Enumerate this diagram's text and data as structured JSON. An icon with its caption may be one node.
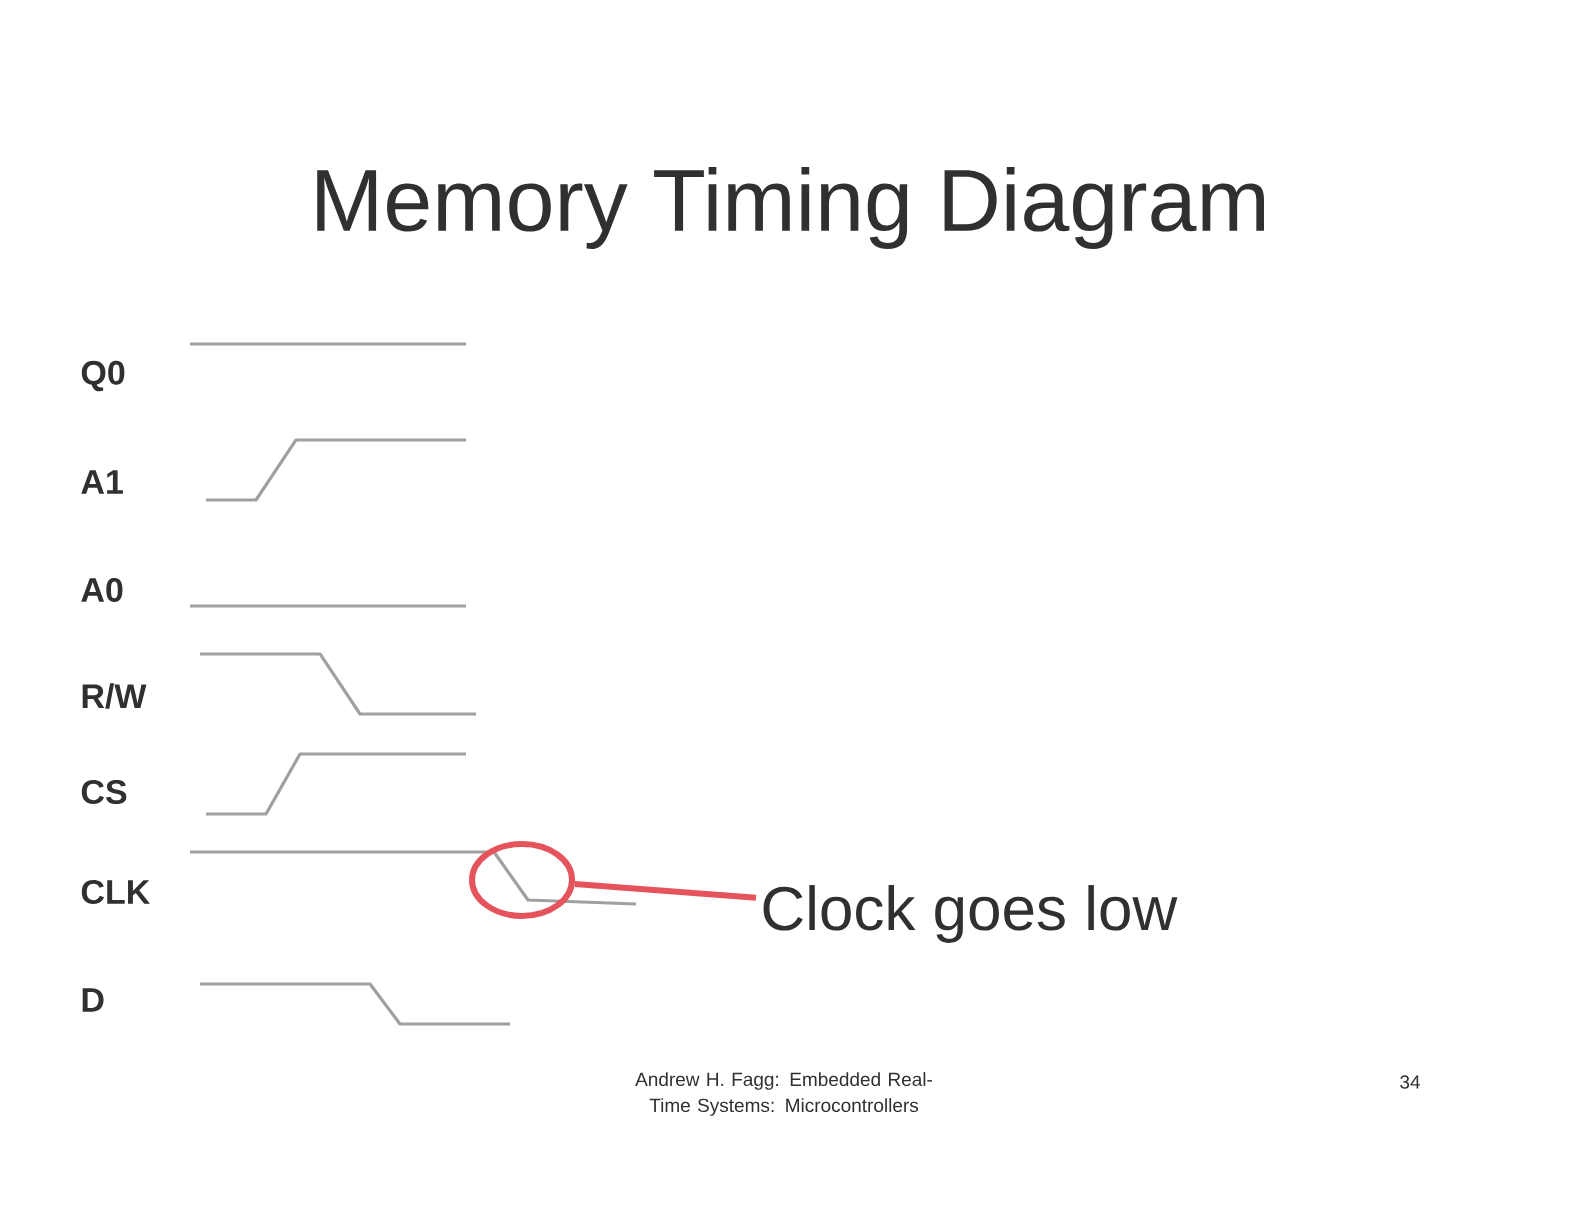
{
  "diagram": {
    "title": "Memory Timing Diagram",
    "nodes": [
      {
        "text": [],
        "shape": "circle"
      },
      {
        "text": [
          "Clock goes low"
        ]
      }
    ],
    "edges": [
      {
        "from": 1,
        "to": 0,
        "arrow": "none"
      }
    ],
    "labels": [
      "Q0",
      "A1",
      "A0",
      "R/W",
      "CS",
      "CLK",
      "D",
      "Andrew H. Fagg: Embedded Real-Time Systems: Microcontrollers",
      "34"
    ]
  }
}
